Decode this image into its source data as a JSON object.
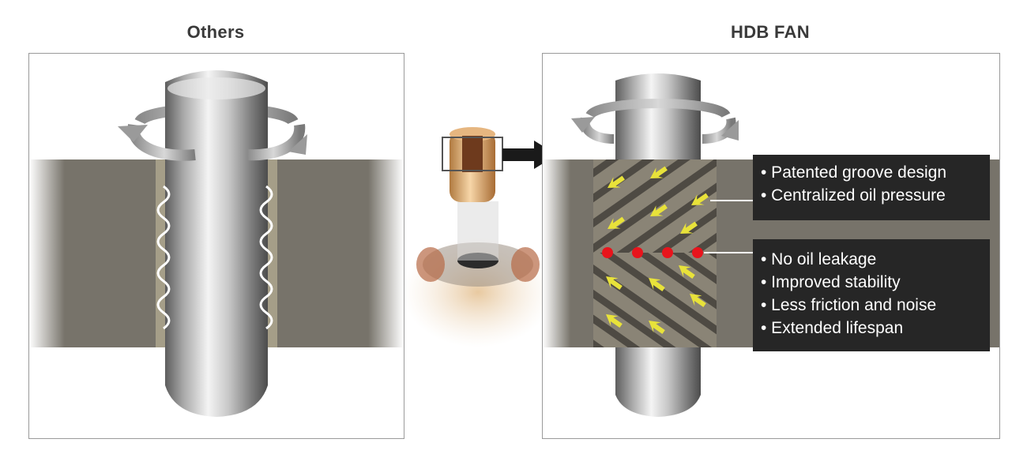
{
  "titles": {
    "left": "Others",
    "right": "HDB FAN"
  },
  "callouts": {
    "groove": [
      "• Patented groove design",
      "• Centralized oil pressure"
    ],
    "benefits": [
      "• No oil leakage",
      "• Improved stability",
      "• Less friction and noise",
      "• Extended lifespan"
    ]
  },
  "colors": {
    "sleeve": "#77736a",
    "groove_arrows": "#e8e23a",
    "pressure_dots": "#e8141c",
    "callout_bg": "#262626",
    "pointer_arrow": "#1a1a1a"
  },
  "icons": [
    "rotation-arrow-icon",
    "wavy-oil-icon",
    "groove-arrow-icon",
    "pressure-dot-icon",
    "pointer-arrow-icon"
  ]
}
